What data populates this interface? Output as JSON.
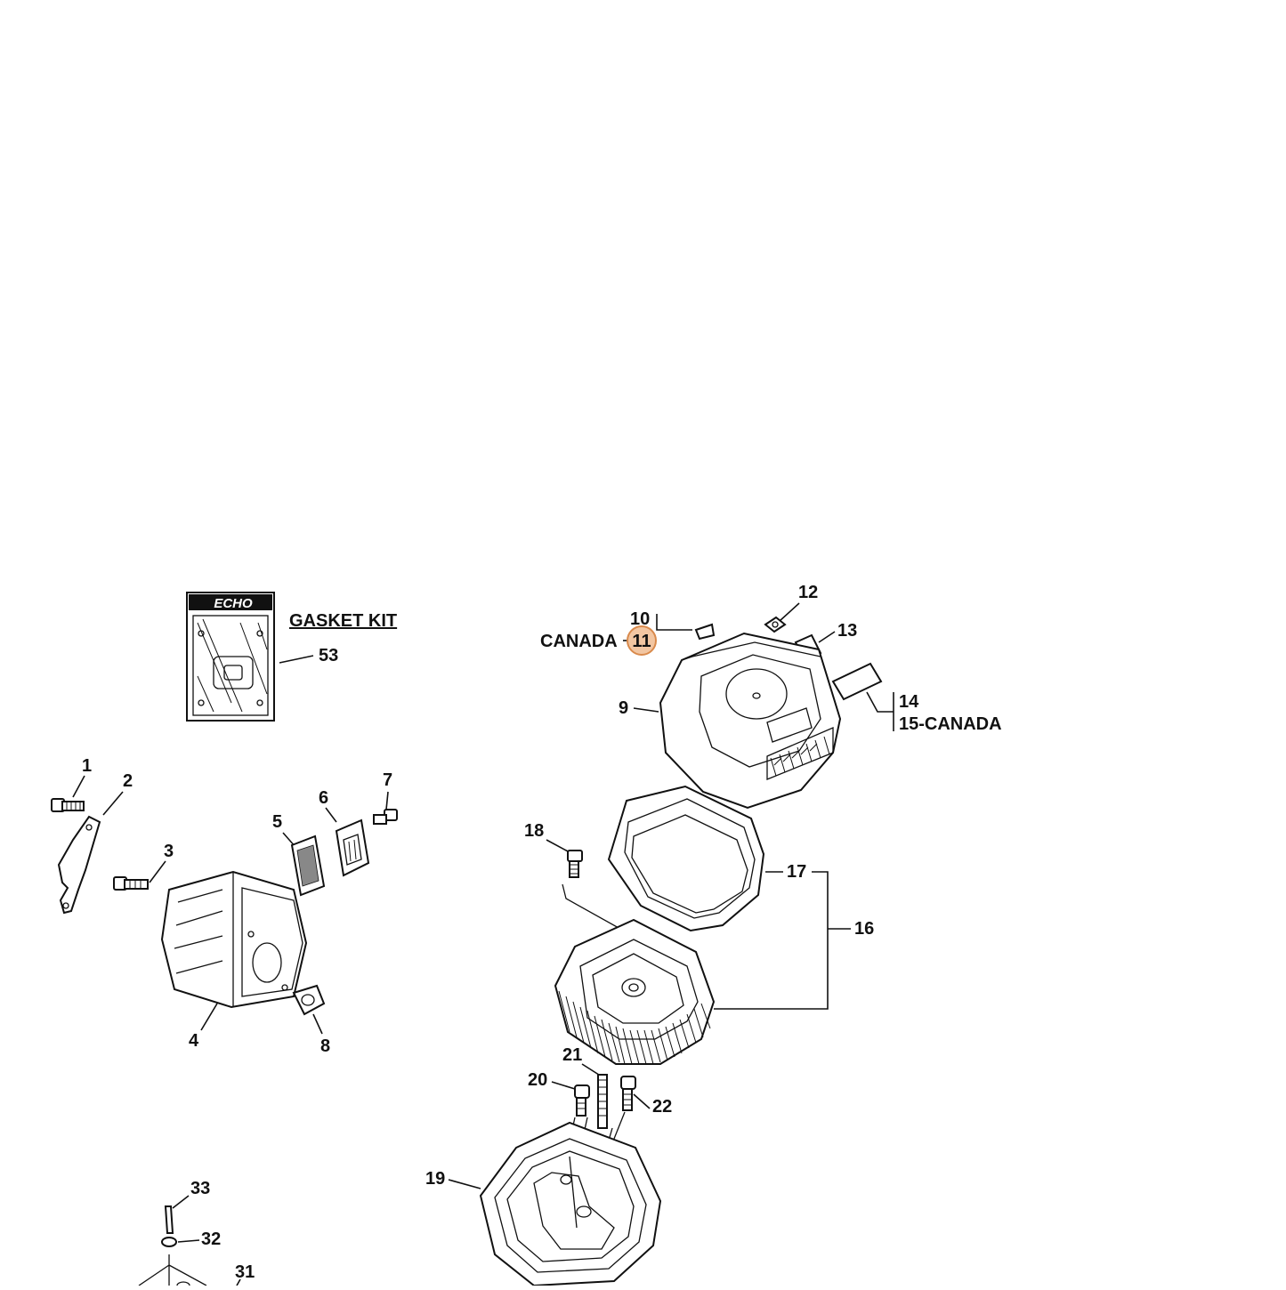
{
  "brand_logo": "ECHO",
  "gasket_kit_label": "GASKET KIT",
  "region_label": "CANADA",
  "highlighted_callout": "11",
  "highlight_color": "#f2c6a2",
  "highlight_stroke": "#d98a4c",
  "callouts": {
    "p1": "1",
    "p2": "2",
    "p3": "3",
    "p4": "4",
    "p5": "5",
    "p6": "6",
    "p7": "7",
    "p8": "8",
    "p9": "9",
    "p10": "10",
    "p12": "12",
    "p13": "13",
    "p14": "14",
    "p15": "15-CANADA",
    "p16": "16",
    "p17": "17",
    "p18": "18",
    "p19": "19",
    "p20": "20",
    "p21": "21",
    "p22": "22",
    "p31": "31",
    "p32": "32",
    "p33": "33",
    "p53": "53"
  }
}
